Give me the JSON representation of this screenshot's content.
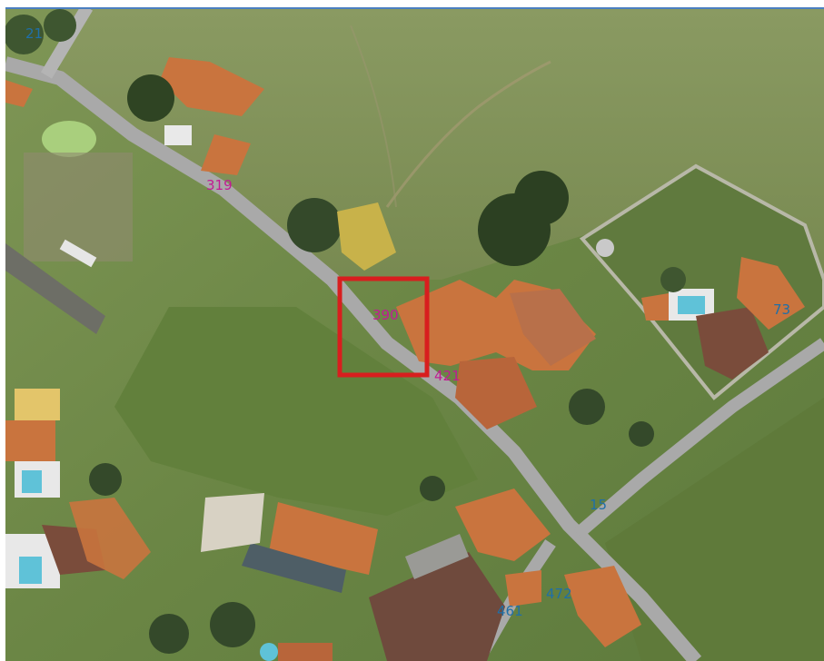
{
  "map": {
    "parcel_labels": [
      {
        "id": "21",
        "text": "21",
        "color": "#1f6fa8"
      },
      {
        "id": "319",
        "text": "319",
        "color": "#c21b94"
      },
      {
        "id": "390",
        "text": "390",
        "color": "#c21b94"
      },
      {
        "id": "421",
        "text": "421",
        "color": "#c21b94"
      },
      {
        "id": "73",
        "text": "73",
        "color": "#1f6fa8"
      },
      {
        "id": "15",
        "text": "15",
        "color": "#1f6fa8"
      },
      {
        "id": "461",
        "text": "461",
        "color": "#1f6fa8"
      },
      {
        "id": "472",
        "text": "472",
        "color": "#1f6fa8"
      }
    ],
    "selection": {
      "parcel": "390",
      "color": "#d81e1e"
    },
    "colors": {
      "field": "#6f8a48",
      "field_dark": "#4f6a35",
      "road": "#a8a8a8",
      "roof_orange": "#c9743e",
      "roof_brown": "#7a4c3b",
      "tree": "#3a4f28",
      "pool": "#5fc2d8",
      "pond": "#a9cf7d"
    }
  }
}
